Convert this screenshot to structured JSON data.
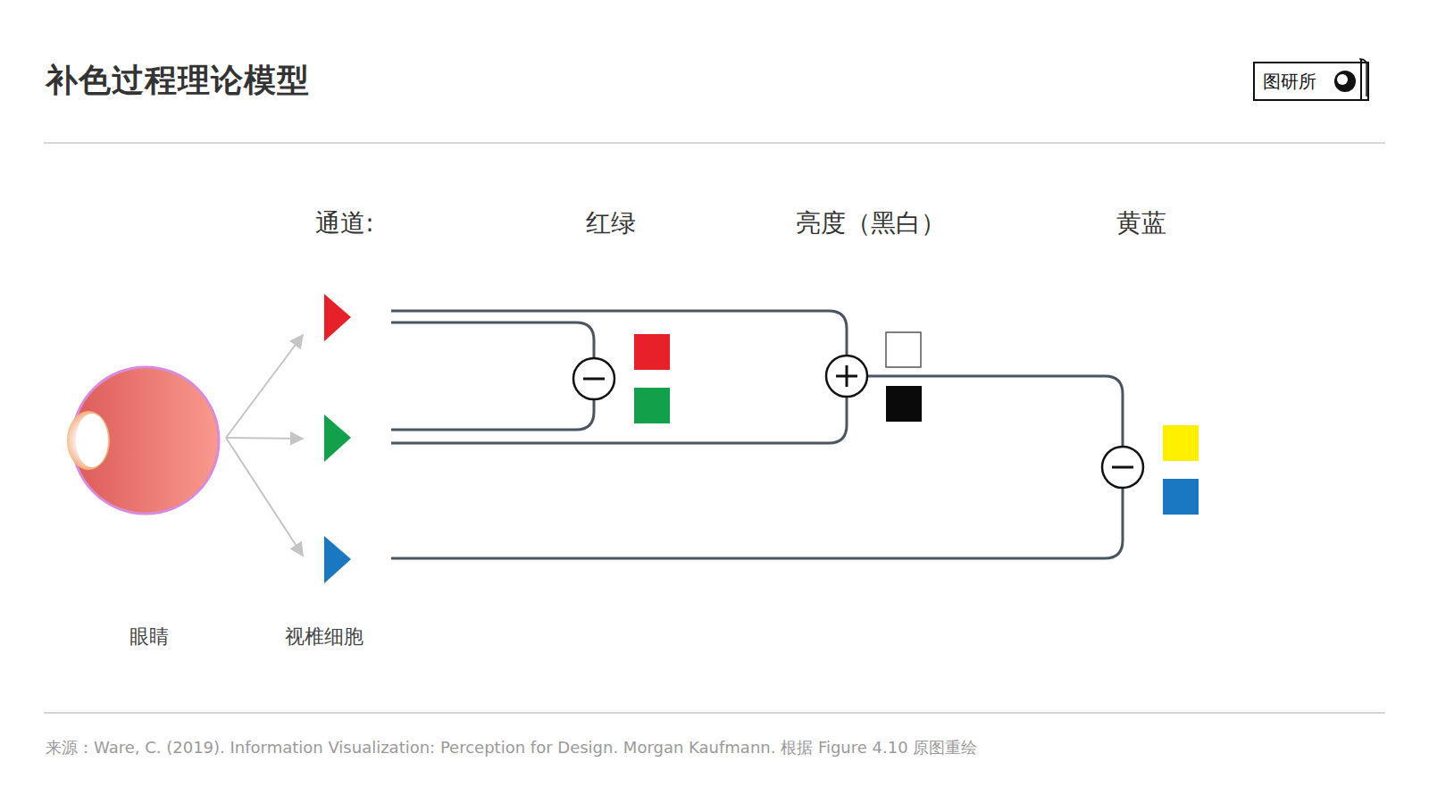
{
  "diagram": {
    "title": "补色过程理论模型",
    "caption": "来源：Ware, C. (2019). Information Visualization: Perception for Design. Morgan Kaufmann. 根据 Figure 4.10 原图重绘",
    "labels": [
      "图研所",
      "通道:",
      "红绿",
      "亮度（黑白）",
      "黄蓝",
      "眼睛",
      "视椎细胞"
    ]
  }
}
